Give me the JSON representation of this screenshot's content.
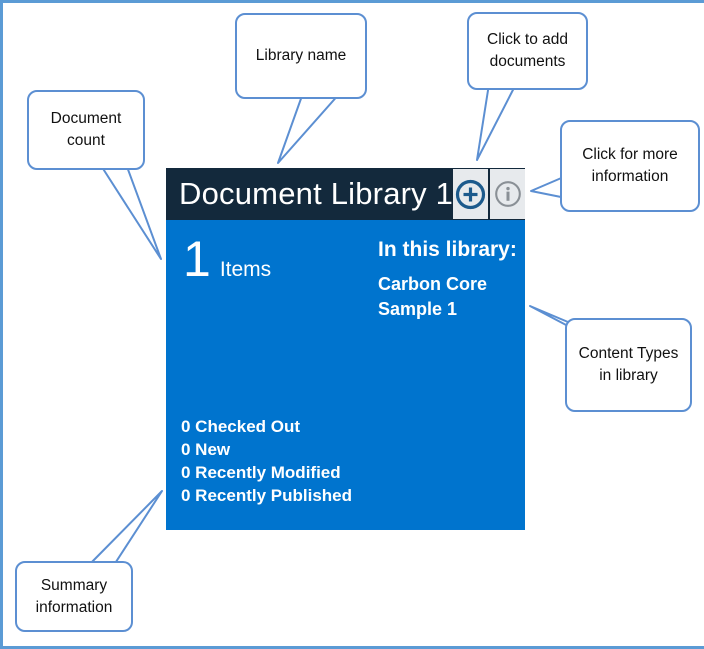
{
  "window": {
    "frame_border_color": "#5b9bd5",
    "callout_border_color": "#5c8fd2"
  },
  "tile": {
    "title": "Document Library 1",
    "count": "1",
    "count_label": "Items",
    "in_library_heading": "In this library:",
    "content_types_text": "Carbon Core Sample 1",
    "summary": [
      "0 Checked Out",
      "0 New",
      "0 Recently Modified",
      "0 Recently Published"
    ],
    "icons": {
      "add": "plus-circle-icon",
      "info": "info-circle-icon"
    },
    "colors": {
      "header_bg": "#13293c",
      "body_bg": "#0074ce",
      "button_bg": "#e7eaed",
      "add_icon": "#1c5a8c",
      "info_icon": "#8a9096"
    }
  },
  "callouts": {
    "document_count": {
      "text": "Document count"
    },
    "library_name": {
      "text": "Library name"
    },
    "add_documents": {
      "text": "Click to add documents"
    },
    "more_information": {
      "text": "Click for more information"
    },
    "content_types": {
      "text": "Content Types in library"
    },
    "summary_information": {
      "text": "Summary information"
    }
  }
}
